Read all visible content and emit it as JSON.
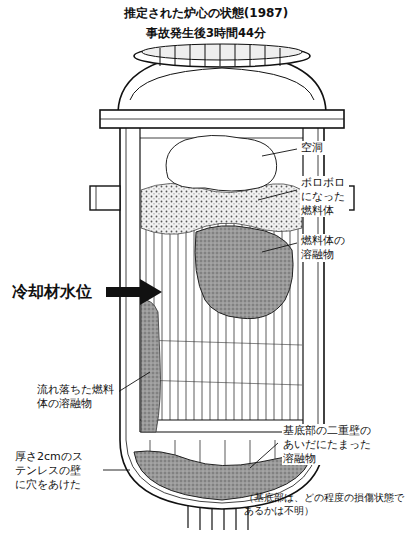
{
  "diagram": {
    "title": "推定された炉心の状態(1987)",
    "labels": [
      "事故発生後3時間44分",
      "冷却材水位",
      "空洞",
      "ボロボロ になった 燃料体",
      "燃料体の 溶融物",
      "流れ落ちた燃料 体の溶融物",
      "厚さ2cmのス テンレスの壁 に穴をあけた",
      "基底部の二重壁の あいだにたまった 溶融物",
      "（基底部は、どの程度の損傷状態で あるかは不明）"
    ]
  }
}
